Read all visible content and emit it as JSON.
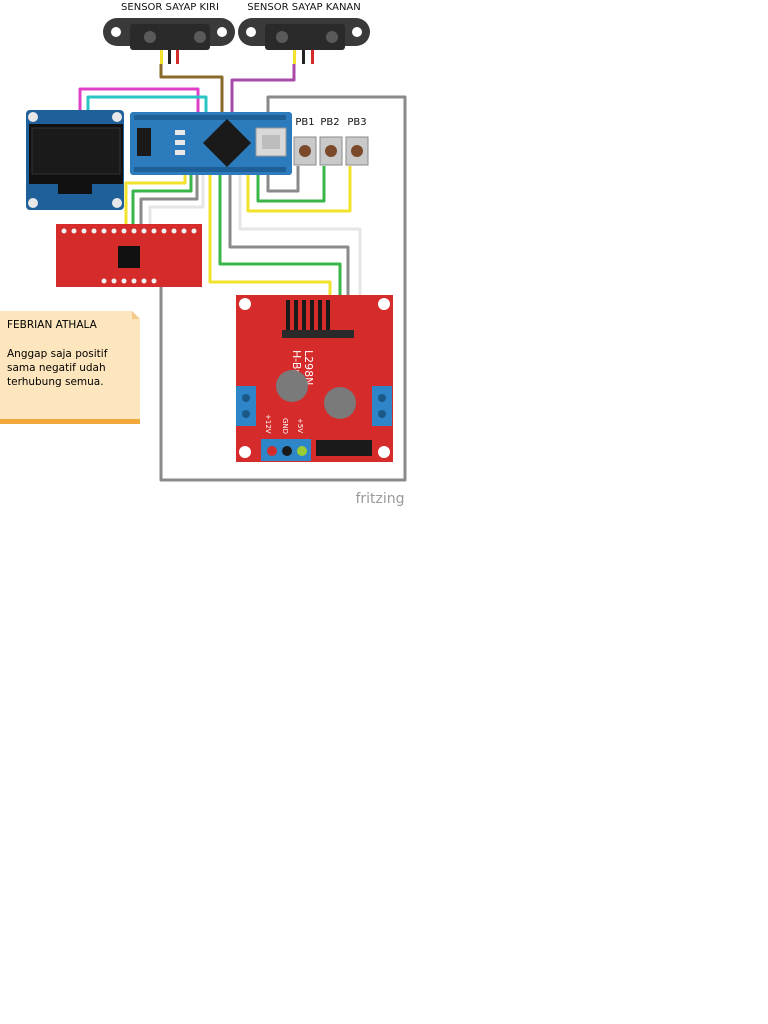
{
  "labels": {
    "sensor_left": "SENSOR SAYAP KIRI",
    "sensor_right": "SENSOR SAYAP KANAN",
    "pb1": "PB1",
    "pb2": "PB2",
    "pb3": "PB3",
    "driver_line1": "L298N",
    "driver_line2": "H-Bridge",
    "driver_12v": "+12V",
    "driver_gnd": "GND",
    "driver_5v": "+5V",
    "watermark": "fritzing"
  },
  "note": {
    "title": "FEBRIAN ATHALA",
    "body": "Anggap saja positif sama negatif udah terhubung semua."
  },
  "colors": {
    "wire_yellow": "#f2e22b",
    "wire_green": "#39b54a",
    "wire_grey": "#8a8a8a",
    "wire_white": "#e6e6e6",
    "wire_magenta": "#e040c8",
    "wire_cyan": "#2bc4c4",
    "wire_brown": "#8a6a2a",
    "wire_purple": "#a84aa8",
    "board_blue": "#2b7bbd",
    "board_red": "#d62b2b",
    "note_bg": "#fde6bd"
  }
}
